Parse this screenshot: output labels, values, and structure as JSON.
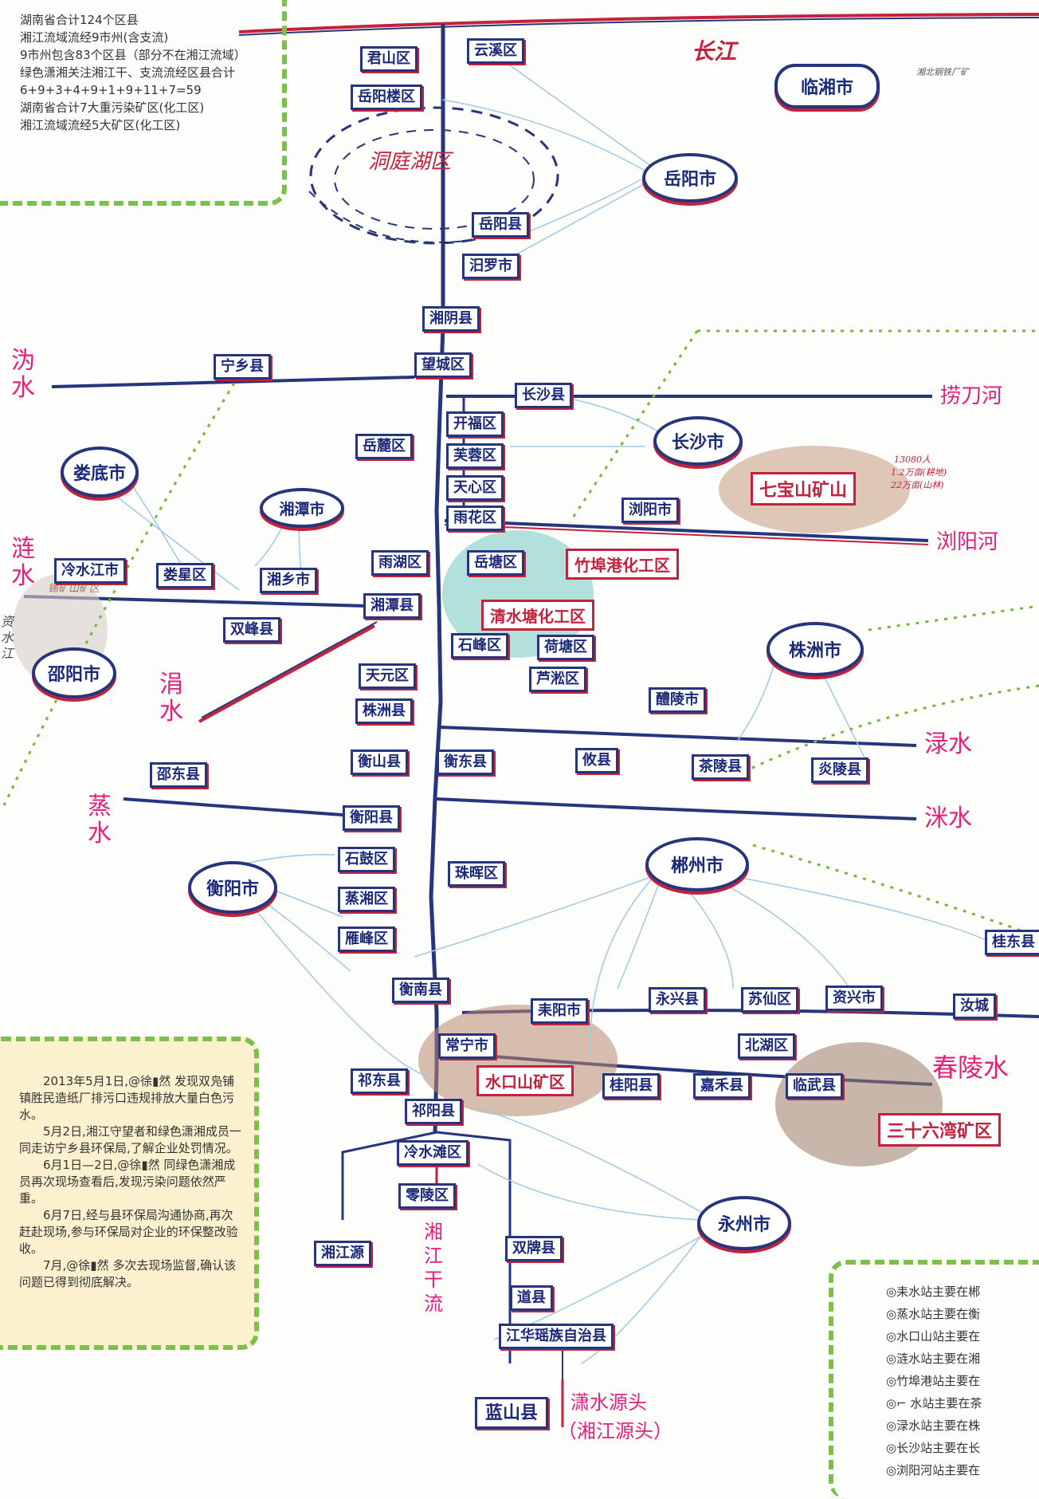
{
  "info": {
    "lines": [
      "湖南省合计124个区县",
      "湘江流域流经9市州(含支流)",
      "9市州包含83个区县（部分不在湘江流域）",
      "绿色潇湘关注湘江干、支流流经区县合计6+9+3+4+9+1+9+11+7=59",
      "湖南省合计7大重污染矿区(化工区)",
      "湘江流域流经5大矿区(化工区)"
    ]
  },
  "story": {
    "paragraphs": [
      "2013年5月1日,@徐▮然 发现双凫铺镇胜民造纸厂排污口违规排放大量白色污水。",
      "5月2日,湘江守望者和绿色潇湘成员一同走访宁乡县环保局,了解企业处罚情况。",
      "6月1日—2日,@徐▮然 同绿色潇湘成员再次现场查看后,发现污染问题依然严重。",
      "6月7日,经与县环保局沟通协商,再次赶赴现场,参与环保局对企业的环保整改验收。",
      "7月,@徐▮然 多次去现场监督,确认该问题已得到彻底解决。"
    ]
  },
  "stations": {
    "items": [
      "◎耒水站主要在郴",
      "◎蒸水站主要在衡",
      "◎水口山站主要在",
      "◎涟水站主要在湘",
      "◎竹埠港站主要在",
      "◎⌐ 水站主要在茶",
      "◎渌水站主要在株",
      "◎长沙站主要在长",
      "◎浏阳河站主要在"
    ]
  },
  "rivers": {
    "changjiang": "长江",
    "weishui": "沩水",
    "laodao": "捞刀河",
    "liuyang": "浏阳河",
    "lianshui": "涟水",
    "juanshui": "涓水",
    "lushui": "渌水",
    "mishui": "洣水",
    "zhengshui": "蒸水",
    "chunling": "春陵水",
    "xiangjiang": "湘江干流",
    "source": "潇水源头",
    "source_paren": "（湘江源头）",
    "zishui": "资水江"
  },
  "lake": "洞庭湖区",
  "cities": {
    "yueyang": "岳阳市",
    "changsha": "长沙市",
    "xiangtan": "湘潭市",
    "loudi": "娄底市",
    "shaoyang": "邵阳市",
    "zhuzhou": "株洲市",
    "hengyang": "衡阳市",
    "chenzhou": "郴州市",
    "yongzhou": "永州市",
    "linxiang": "临湘市"
  },
  "zones": {
    "zhubugang": "竹埠港化工区",
    "qingshuitang": "清水塘化工区",
    "qibaoshan": "七宝山矿山",
    "shuikoushan": "水口山矿区",
    "sanshiliu": "三十六湾矿区",
    "xikuangshan": "锡矿山矿区"
  },
  "counties": {
    "junshan": "君山区",
    "yunxi": "云溪区",
    "yueyanglou": "岳阳楼区",
    "yueyangxian": "岳阳县",
    "miluo": "汨罗市",
    "xiangyin": "湘阴县",
    "ningxiang": "宁乡县",
    "wangcheng": "望城区",
    "changshaxian": "长沙县",
    "kaifu": "开福区",
    "furong": "芙蓉区",
    "yuelu": "岳麓区",
    "tianxin": "天心区",
    "yuhua": "雨花区",
    "liuyangshi": "浏阳市",
    "yuhu": "雨湖区",
    "yuetang": "岳塘区",
    "lengshuijiang": "冷水江市",
    "louxing": "娄星区",
    "xiangxiang": "湘乡市",
    "shuangfeng": "双峰县",
    "xiangtanxian": "湘潭县",
    "shifeng": "石峰区",
    "hetang": "荷塘区",
    "lusong": "芦淞区",
    "tianyuan": "天元区",
    "zhuzhouxian": "株洲县",
    "liling": "醴陵市",
    "hengshan": "衡山县",
    "hengdong": "衡东县",
    "youxian": "攸县",
    "chaling": "茶陵县",
    "yanling": "炎陵县",
    "shaodong": "邵东县",
    "hengyangxian": "衡阳县",
    "shigu": "石鼓区",
    "zhengxiang": "蒸湘区",
    "yanfeng": "雁峰区",
    "zhuhui": "珠晖区",
    "hengnan": "衡南县",
    "leiyang": "耒阳市",
    "yongxing": "永兴县",
    "suxian": "苏仙区",
    "zixing": "资兴市",
    "beihu": "北湖区",
    "rucheng": "汝城",
    "guidong": "桂东县",
    "changning": "常宁市",
    "qidong": "祁东县",
    "guiyang": "桂阳县",
    "jiahe": "嘉禾县",
    "linwu": "临武县",
    "qiyang": "祁阳县",
    "lengshuitan": "冷水滩区",
    "lingling": "零陵区",
    "xiangjiangyuan": "湘江源",
    "shuangpai": "双牌县",
    "daoxian": "道县",
    "jianghua": "江华瑶族自治县",
    "lanshan": "蓝山县"
  },
  "qibao_note": {
    "l1": "13080人",
    "l2": "1.2万亩(耕地)",
    "l3": "22万亩(山林)"
  },
  "linxiang_note": "湘北钢铁厂矿"
}
